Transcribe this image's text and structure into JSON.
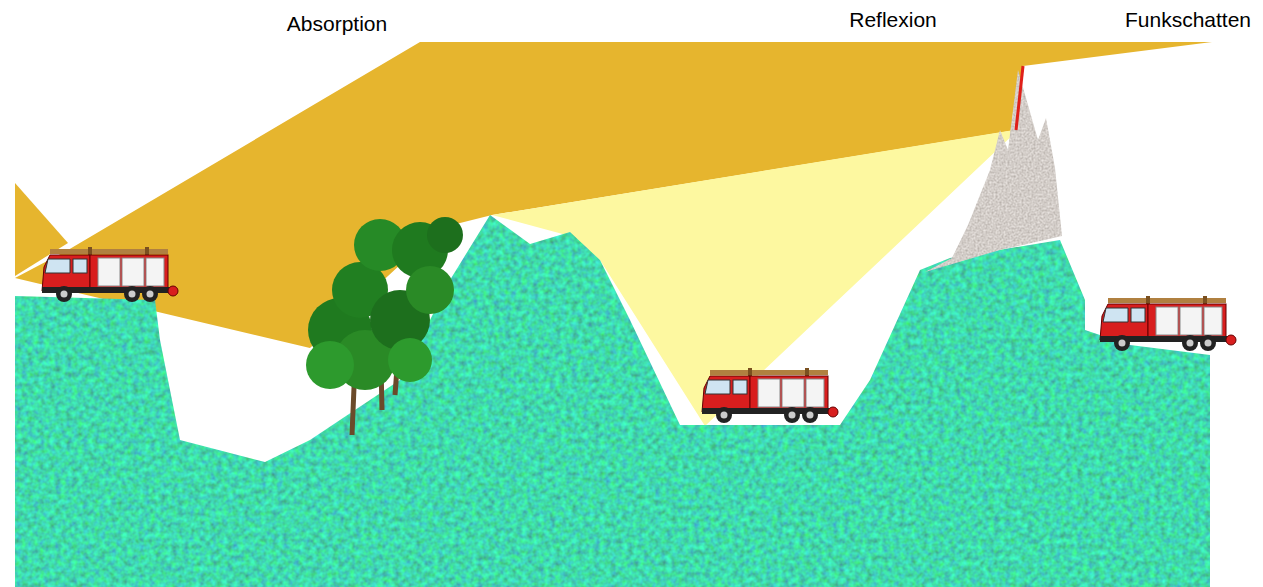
{
  "diagram": {
    "labels": [
      "Absorption",
      "Reflexion",
      "Funkschatten"
    ]
  }
}
